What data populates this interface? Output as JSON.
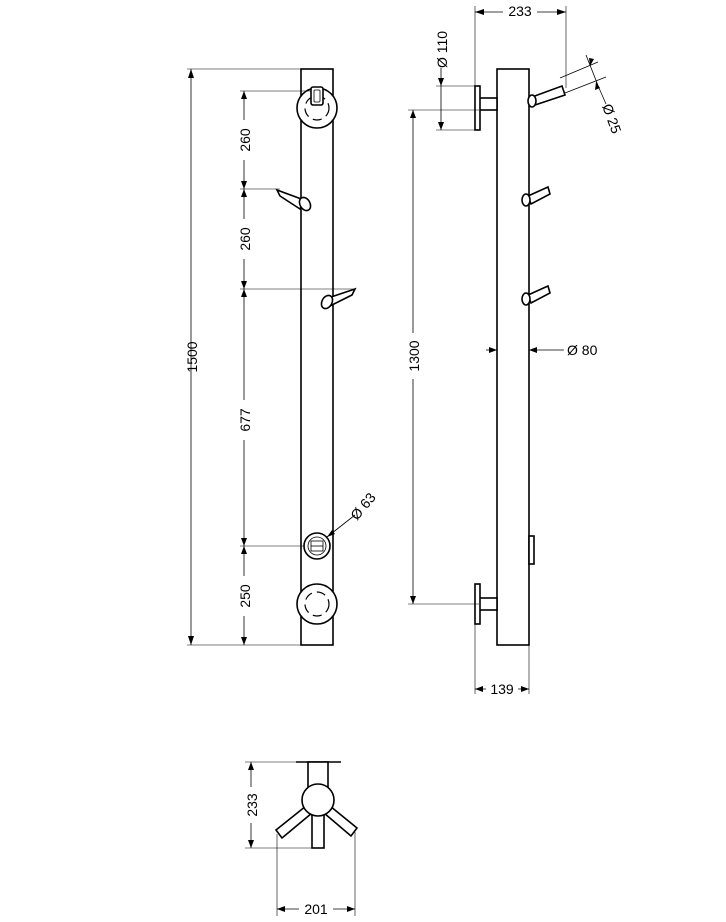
{
  "front_view": {
    "total_height": "1500",
    "spacing_1": "260",
    "spacing_2": "260",
    "spacing_3": "677",
    "spacing_4": "250",
    "knob_diameter": "Ø 63"
  },
  "side_view": {
    "projection": "233",
    "bracket_diameter": "Ø 110",
    "nozzle_diameter": "Ø 25",
    "bar_diameter": "Ø 80",
    "bracket_spacing": "1300",
    "wall_depth": "139"
  },
  "top_view": {
    "depth": "233",
    "width": "201"
  }
}
